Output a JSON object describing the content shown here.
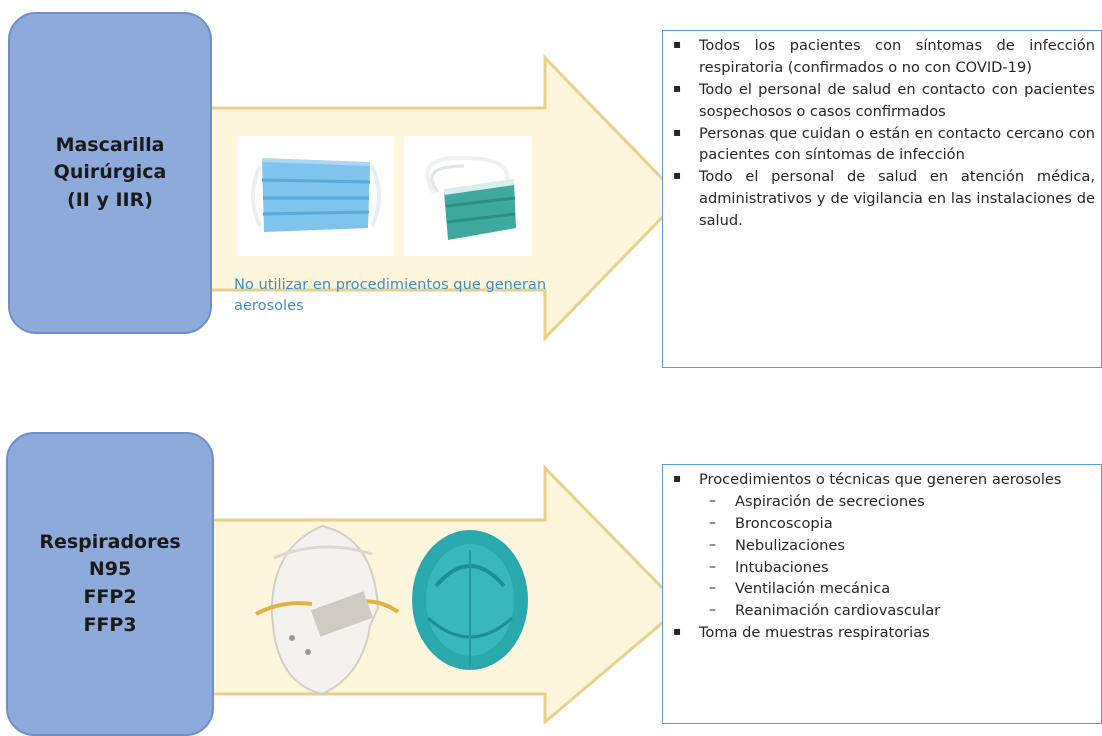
{
  "top": {
    "label_lines": [
      "Mascarilla",
      "Quirúrgica",
      "(II y IIR)"
    ],
    "note": "No utilizar en procedimientos que generan aerosoles",
    "images": [
      "surgical-mask-flat",
      "surgical-mask-with-ear-loops"
    ],
    "bullets": [
      "Todos los pacientes con síntomas de infección respiratoria (confirmados o no con COVID-19)",
      "Todo el personal de salud en contacto con pacientes sospechosos o casos confirmados",
      "Personas que cuidan o están en contacto cercano con pacientes con síntomas de infección",
      "Todo el personal de salud en atención médica, administrativos y de vigilancia en las instalaciones de salud."
    ]
  },
  "bottom": {
    "label_lines": [
      "Respiradores",
      "N95",
      "FFP2",
      "FFP3"
    ],
    "images": [
      "n95-respirator-white",
      "respirator-teal"
    ],
    "bullet_main": "Procedimientos o técnicas que generen aerosoles",
    "sub_items": [
      "Aspiración de secreciones",
      "Broncoscopia",
      "Nebulizaciones",
      "Intubaciones",
      "Ventilación mecánica",
      "Reanimación cardiovascular"
    ],
    "bullet_last": "Toma de muestras respiratorias"
  },
  "colors": {
    "label_fill": "#8eaadb",
    "arrow_fill": "#fef6dc",
    "arrow_stroke": "#e8d08a",
    "box_border": "#5b9bd5",
    "note_text": "#3b8fc9"
  }
}
